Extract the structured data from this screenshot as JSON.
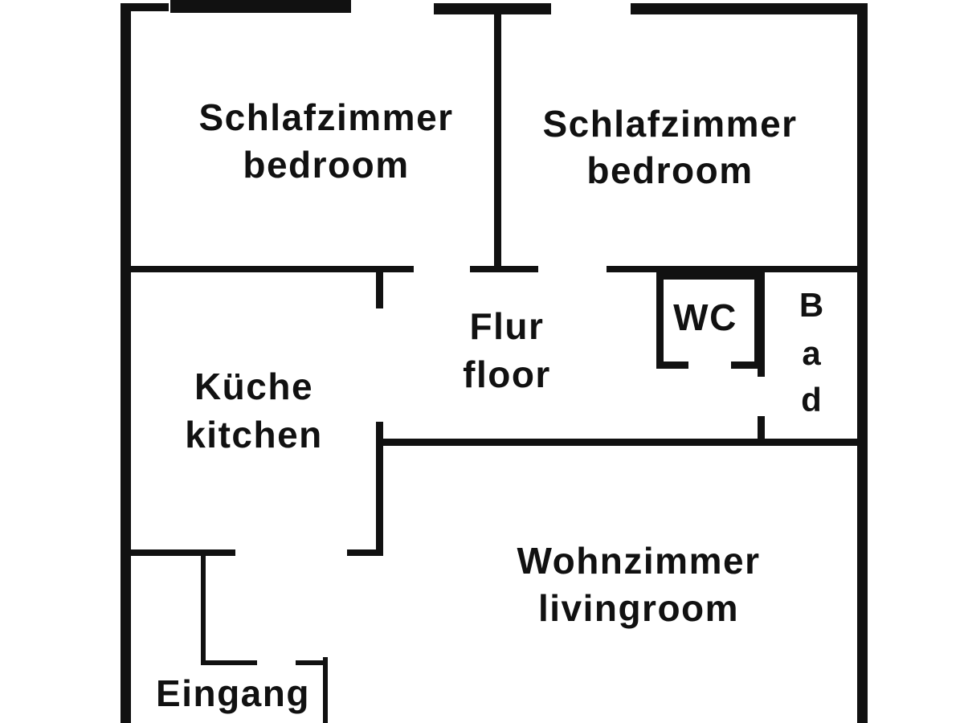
{
  "rooms": {
    "bedroom_left": {
      "name_de": "Schlafzimmer",
      "name_en": "bedroom"
    },
    "bedroom_right": {
      "name_de": "Schlafzimmer",
      "name_en": "bedroom"
    },
    "hallway": {
      "name_de": "Flur",
      "name_en": "floor"
    },
    "wc": {
      "name": "WC"
    },
    "bath": {
      "letters": [
        "B",
        "a",
        "d"
      ]
    },
    "kitchen": {
      "name_de": "Küche",
      "name_en": "kitchen"
    },
    "living": {
      "name_de": "Wohnzimmer",
      "name_en": "livingroom"
    },
    "entrance": {
      "name": "Eingang"
    }
  },
  "colors": {
    "wall": "#111111",
    "background": "#ffffff"
  }
}
